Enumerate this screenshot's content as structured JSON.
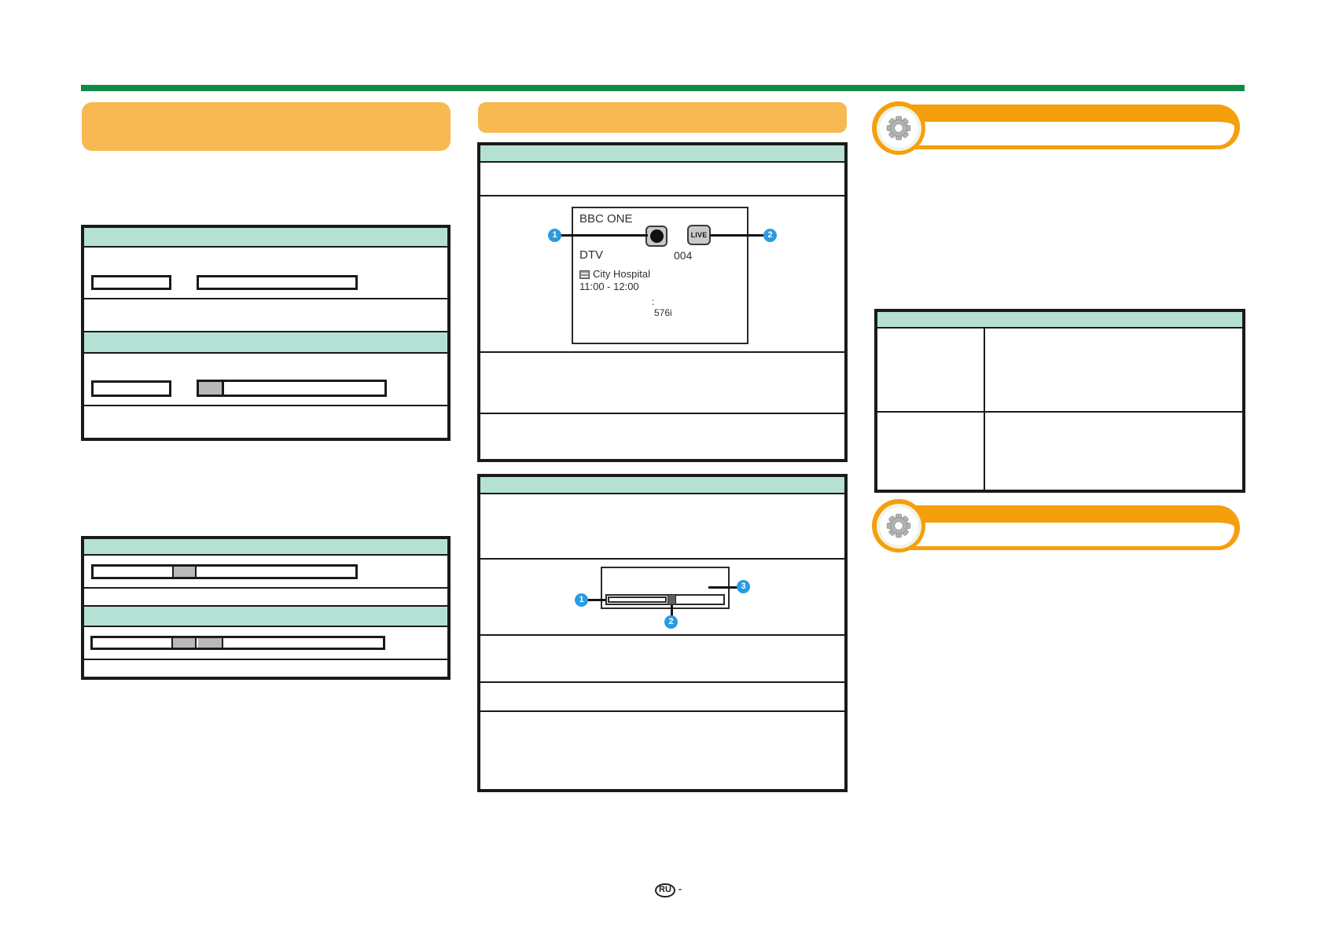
{
  "osd_example": {
    "channel_name": "BBC ONE",
    "broadcast_type": "DTV",
    "channel_number": "004",
    "programme_title": "City Hospital",
    "time_range": "11:00 - 12:00",
    "colon": ":",
    "video_format": "576i",
    "live_badge_label": "LIVE",
    "markers": [
      "1",
      "2"
    ]
  },
  "progress_diagram": {
    "markers": [
      "1",
      "2",
      "3"
    ]
  },
  "footer": {
    "region_code": "RU",
    "page_separator": "-"
  },
  "colors": {
    "top_rule_green": "#0e8c46",
    "section_header_orange": "#f8b952",
    "callout_orange": "#f59f0d",
    "table_header_mint": "#b4e1d3",
    "slider_fill_gray": "#b9b9b9",
    "marker_blue": "#2a9be2"
  }
}
